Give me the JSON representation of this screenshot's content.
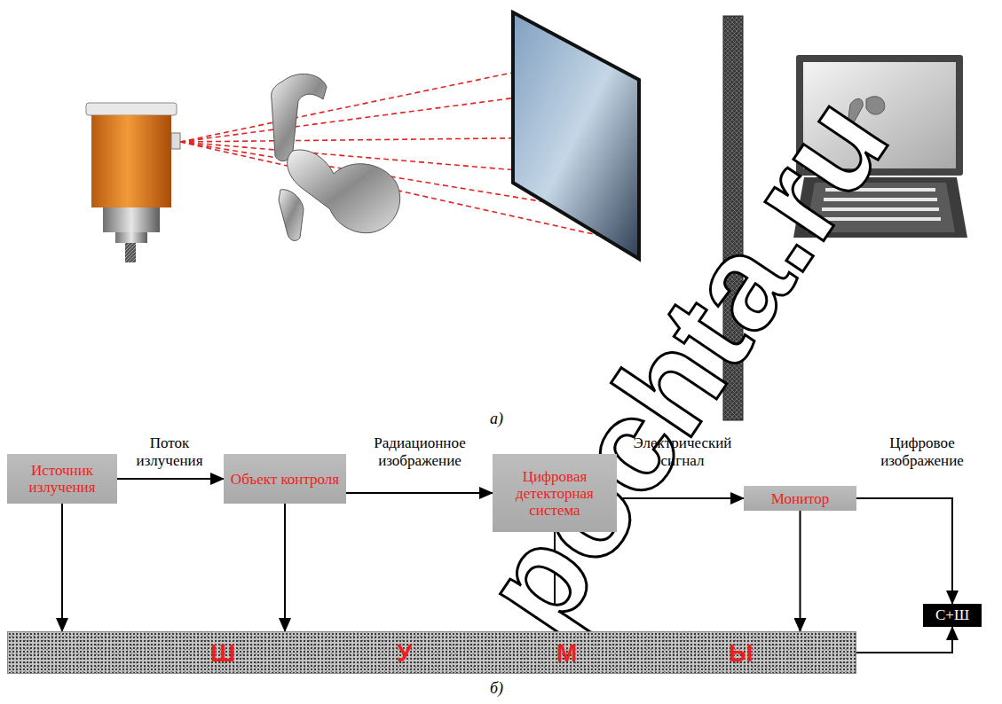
{
  "diagram": {
    "nodes": [
      {
        "text": [
          "Источник излучения"
        ]
      },
      {
        "text": [
          "Объект контроля"
        ]
      },
      {
        "text": [
          "Цифровая детекторная система"
        ]
      },
      {
        "text": [
          "Монитор"
        ]
      },
      {
        "text": [
          "С+Ш"
        ]
      },
      {
        "text": [
          "Ш",
          "У",
          "М",
          "Ы"
        ]
      }
    ],
    "edges": [
      {
        "from": 0,
        "to": 1,
        "label": "Поток излучения",
        "arrow": "to"
      },
      {
        "from": 1,
        "to": 2,
        "label": "Радиационное изображение",
        "arrow": "to"
      },
      {
        "from": 2,
        "to": 3,
        "label": "Электрический сигнал",
        "arrow": "to"
      },
      {
        "from": 3,
        "to": 4,
        "label": "Цифровое изображение",
        "arrow": "to"
      },
      {
        "from": 0,
        "to": 5,
        "arrow": "to"
      },
      {
        "from": 1,
        "to": 5,
        "arrow": "to"
      },
      {
        "from": 2,
        "to": 5,
        "arrow": "to"
      },
      {
        "from": 3,
        "to": 5,
        "arrow": "to"
      },
      {
        "from": 5,
        "to": 4,
        "arrow": "to"
      }
    ],
    "labels": [
      "а)",
      "б)",
      "pochta.ru"
    ]
  }
}
